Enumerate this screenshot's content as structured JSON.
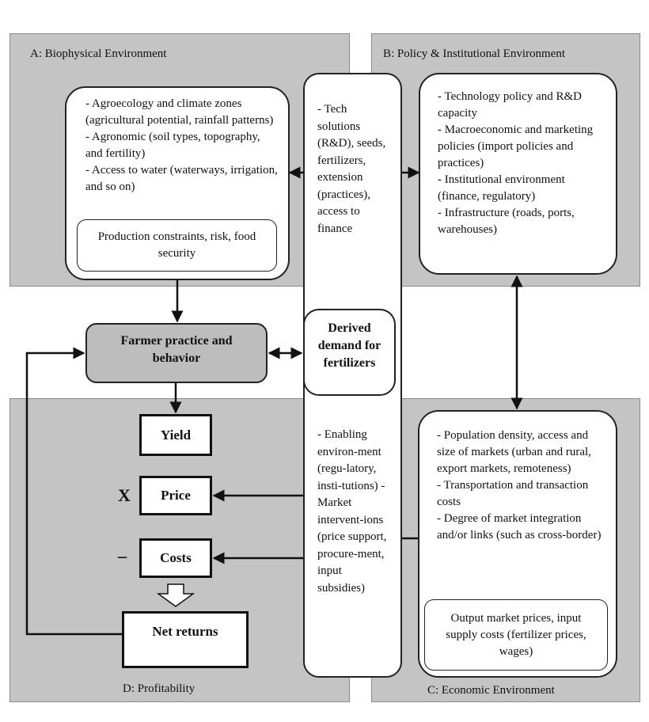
{
  "quadrants": {
    "biophysical_title": "A: Biophysical Environment",
    "policy_title": "B: Policy & Institutional Environment",
    "economic_title": "C: Economic Environment",
    "profitability_title": "D: Profitability"
  },
  "biophysical_box": {
    "lines": [
      "- Agroecology and climate zones (agricultural potential, rainfall patterns)",
      "- Agronomic (soil types, topography, and fertility)",
      "- Access to water (waterways, irrigation, and so on)"
    ],
    "inner": "Production constraints, risk, food security"
  },
  "policy_box": {
    "lines": [
      "- Technology policy and R&D capacity",
      "- Macroeconomic and marketing policies (import policies and practices)",
      "- Institutional environment (finance, regulatory)",
      "- Infrastructure (roads, ports, warehouses)"
    ]
  },
  "economic_box": {
    "lines": [
      "- Population density, access and size of markets (urban and rural, export markets, remoteness)",
      "- Transportation and transaction costs",
      "- Degree of market integration and/or links (such as cross-border)"
    ],
    "inner": "Output market prices, input supply costs (fertilizer prices, wages)"
  },
  "middle_column": {
    "top_text": "- Tech solutions (R&D), seeds, fertilizers, extension (practices), access to finance",
    "center": "Derived demand for fertilizers",
    "bottom_text": "- Enabling environ-ment (regu-latory, insti-tutions) - Market intervent-ions (price support, procure-ment, input subsidies)"
  },
  "farmer_box": "Farmer practice and behavior",
  "profitability": {
    "yield": "Yield",
    "price": "Price",
    "costs": "Costs",
    "net_returns": "Net returns",
    "multiply_symbol": "X",
    "minus_symbol": "_"
  }
}
